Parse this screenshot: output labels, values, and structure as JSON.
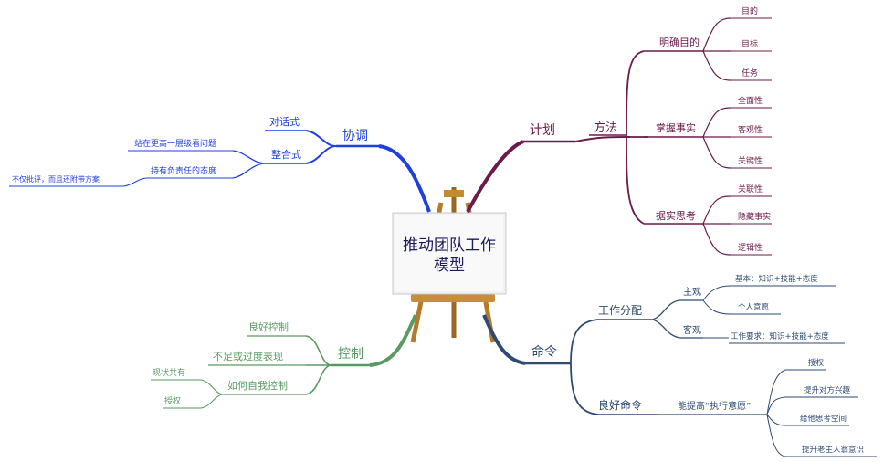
{
  "center": {
    "title_line1": "推动团队工作",
    "title_line2": "模型"
  },
  "colors": {
    "plan": "#6b1a4a",
    "coord": "#1f3fe0",
    "control": "#5a9a62",
    "command": "#2e4a72",
    "center_text": "#1c1c5c"
  },
  "plan": {
    "label": "计划",
    "method": "方法",
    "purpose": {
      "label": "明确目的",
      "items": [
        "目的",
        "目标",
        "任务"
      ]
    },
    "facts": {
      "label": "掌握事实",
      "items": [
        "全面性",
        "客观性",
        "关键性"
      ]
    },
    "thinking": {
      "label": "据实思考",
      "items": [
        "关联性",
        "隐藏事实",
        "逻辑性"
      ]
    }
  },
  "coord": {
    "label": "协调",
    "dialog": "对话式",
    "integrate": "整合式",
    "view": "站在更高一层级看问题",
    "attitude": "持有负责任的态度",
    "solution": "不仅批评，而且还附带方案"
  },
  "control": {
    "label": "控制",
    "good": "良好控制",
    "bad": "不足或过度表现",
    "self": "如何自我控制",
    "status": "现状共有",
    "auth": "授权"
  },
  "command": {
    "label": "命令",
    "assign": "工作分配",
    "subjective": "主观",
    "basic": "基本：知识+技能+态度",
    "personal": "个人意愿",
    "objective": "客观",
    "requirement": "工作要求：知识+技能+态度",
    "good_order": "良好命令",
    "improve": "能提高“执行意愿”",
    "items": [
      "授权",
      "提升对方兴趣",
      "给他思考空间",
      "提升老主人翁意识"
    ]
  }
}
